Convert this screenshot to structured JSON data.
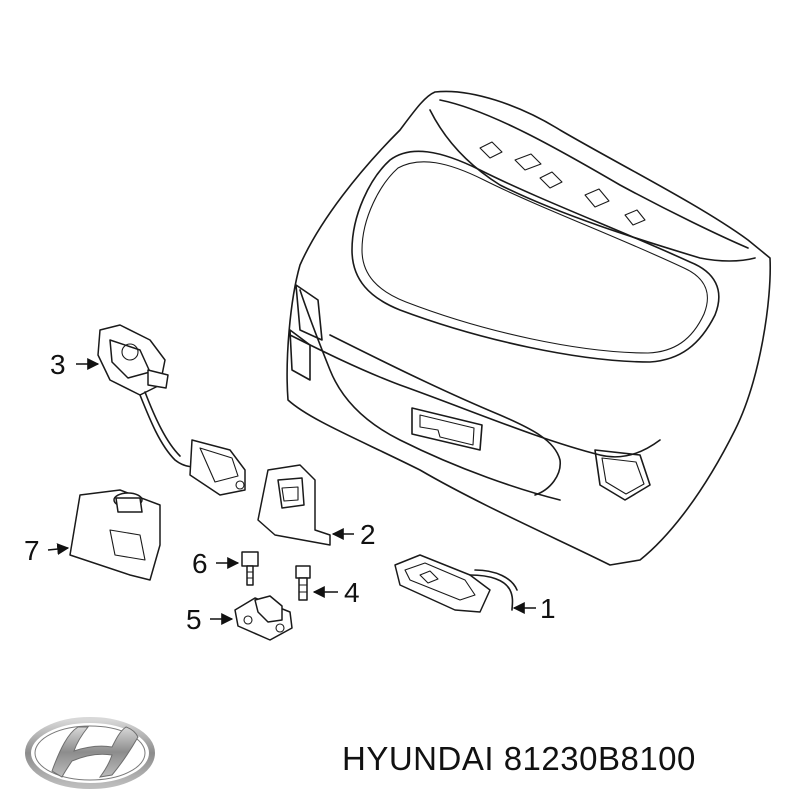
{
  "caption": {
    "brand": "HYUNDAI",
    "part_number": "81230B8100"
  },
  "logo": {
    "icon": "hyundai-logo-icon",
    "color": "#9a9a9a"
  },
  "callouts": [
    {
      "num": "1"
    },
    {
      "num": "2"
    },
    {
      "num": "3"
    },
    {
      "num": "4"
    },
    {
      "num": "5"
    },
    {
      "num": "6"
    },
    {
      "num": "7"
    }
  ]
}
